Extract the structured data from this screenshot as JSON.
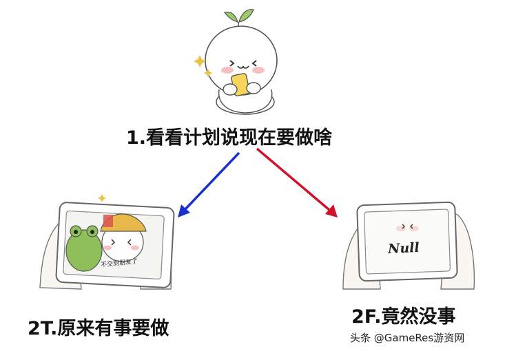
{
  "diagram": {
    "root_label": "1.看看计划说现在要做啥",
    "true_branch_label": "2T.原来有事要做",
    "false_branch_label": "2F.竟然没事",
    "phone_screen_text": "Null",
    "tiny_screen_text": "不交到朋友了",
    "watermark": "头条 @GameRes游资网",
    "arrow_colors": {
      "true_branch": "#1a2fd0",
      "false_branch": "#d0122a"
    }
  }
}
